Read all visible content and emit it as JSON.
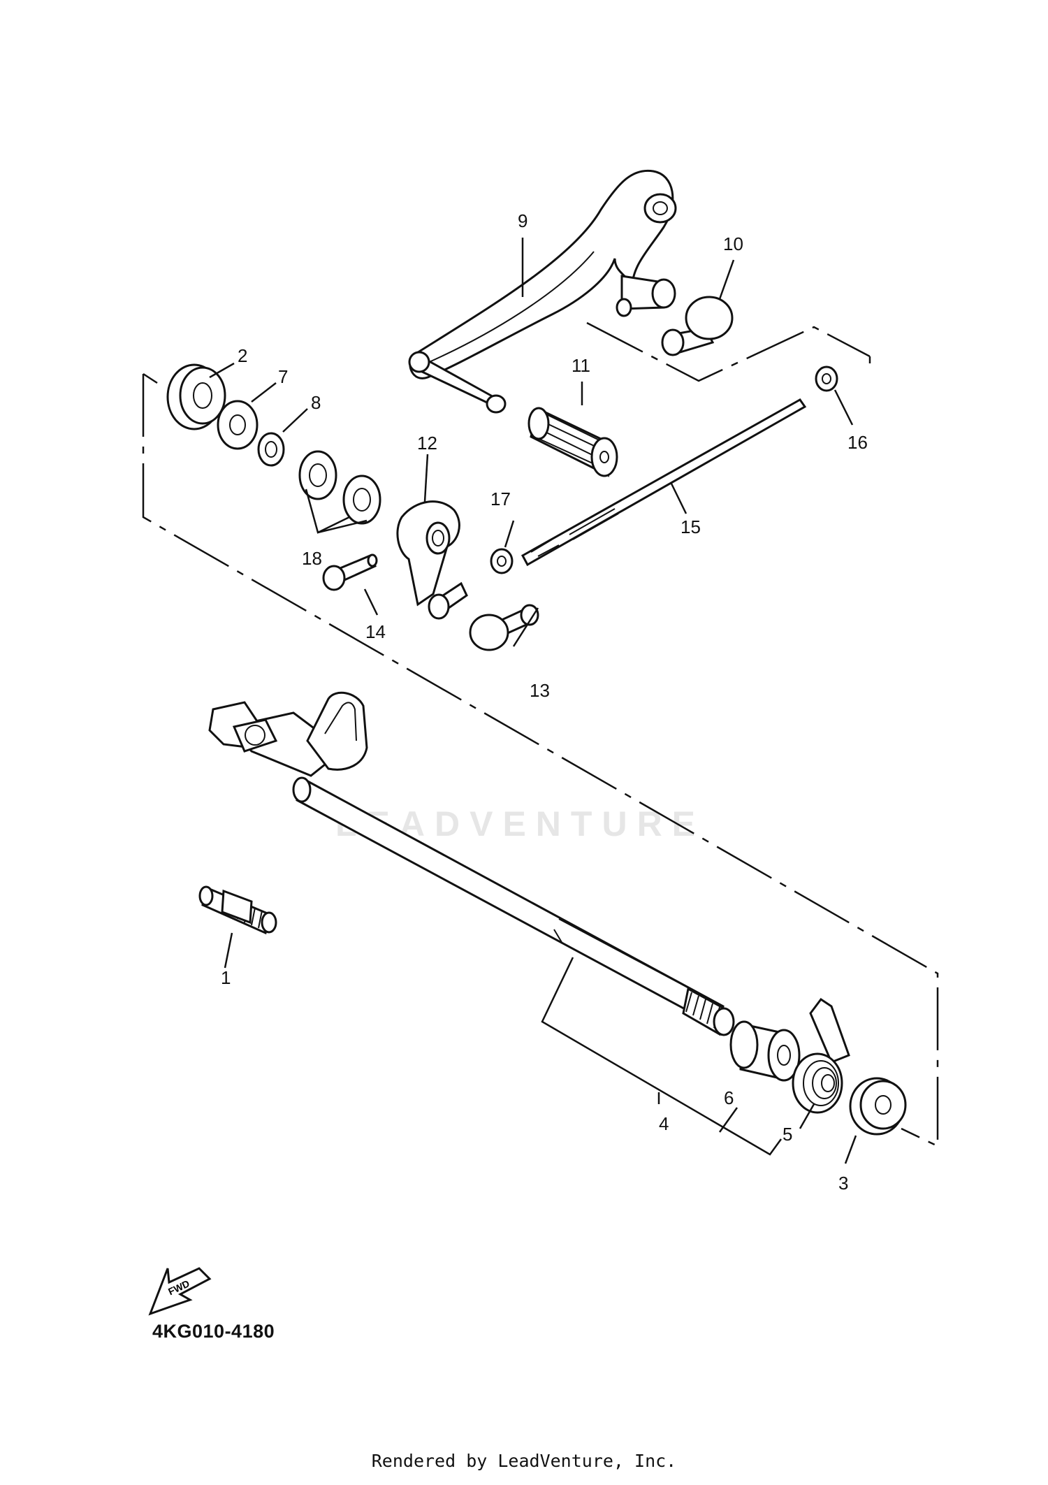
{
  "diagram": {
    "code": "4KG010-4180",
    "rendered_by": "Rendered by LeadVenture, Inc.",
    "watermark": "LEADVENTURE",
    "fwd_arrow_text": "FWD",
    "callouts": {
      "c1": "1",
      "c2": "2",
      "c3": "3",
      "c4": "4",
      "c5": "5",
      "c6": "6",
      "c7": "7",
      "c8": "8",
      "c9": "9",
      "c10": "10",
      "c11": "11",
      "c12": "12",
      "c13": "13",
      "c14": "14",
      "c15": "15",
      "c16": "16",
      "c17": "17",
      "c18": "18"
    }
  }
}
